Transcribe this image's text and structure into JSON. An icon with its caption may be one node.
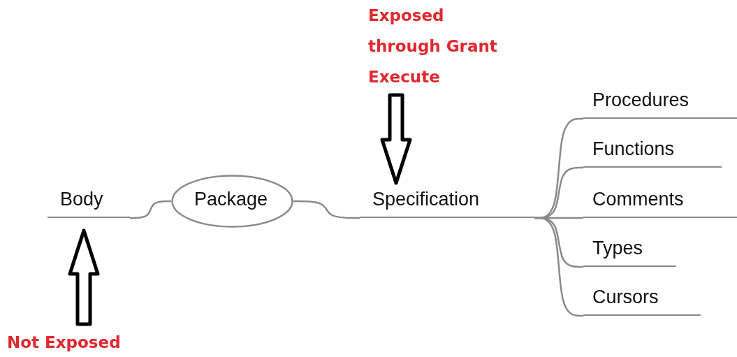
{
  "diagram": {
    "nodes": [
      {
        "text": [
          "Package"
        ]
      },
      {
        "text": [
          "Body"
        ]
      },
      {
        "text": [
          "Specification"
        ]
      },
      {
        "text": [
          "Procedures"
        ]
      },
      {
        "text": [
          "Functions"
        ]
      },
      {
        "text": [
          "Comments"
        ]
      },
      {
        "text": [
          "Types"
        ]
      },
      {
        "text": [
          "Cursors"
        ]
      },
      {
        "text": [
          "Not Exposed"
        ]
      },
      {
        "text": [
          "Exposed through Grant Execute"
        ]
      }
    ],
    "edges": [
      {
        "from": 0,
        "to": 1,
        "arrow": "none"
      },
      {
        "from": 0,
        "to": 2,
        "arrow": "none"
      },
      {
        "from": 2,
        "to": 3,
        "arrow": "none"
      },
      {
        "from": 2,
        "to": 4,
        "arrow": "none"
      },
      {
        "from": 2,
        "to": 5,
        "arrow": "none"
      },
      {
        "from": 2,
        "to": 6,
        "arrow": "none"
      },
      {
        "from": 2,
        "to": 7,
        "arrow": "none"
      },
      {
        "from": 8,
        "to": 1,
        "arrow": "to"
      },
      {
        "from": 9,
        "to": 2,
        "arrow": "to"
      }
    ]
  }
}
